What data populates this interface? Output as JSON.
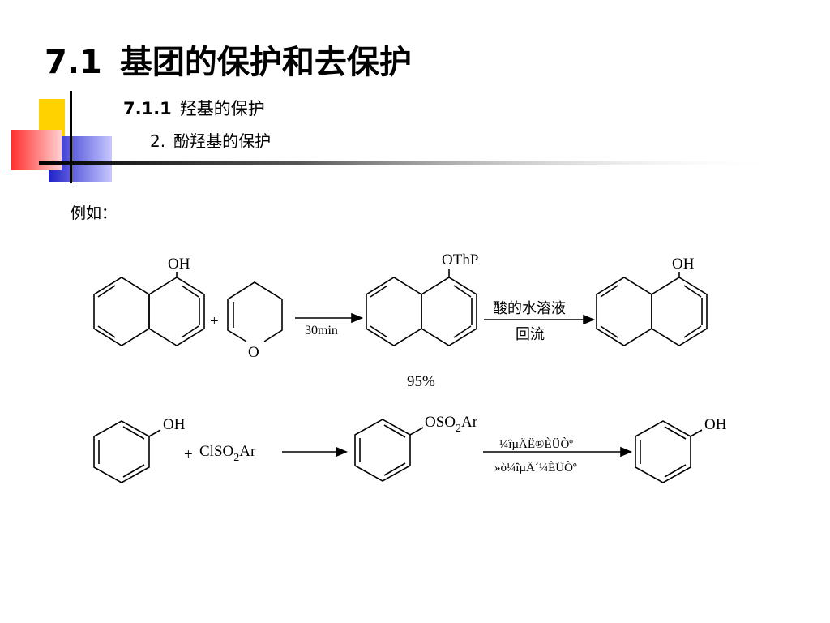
{
  "slide": {
    "title_number": "7.1",
    "title_text": "基团的保护和去保护",
    "subtitle_number": "7.1.1",
    "subtitle_text": "羟基的保护",
    "subsubtitle_number": "2.",
    "subsubtitle_text": "酚羟基的保护",
    "example_label": "例如："
  },
  "reaction1": {
    "reactant_oh": "OH",
    "plus": "+",
    "dhp_o": "O",
    "condition": "30min",
    "product_group": "OThP",
    "yield": "95%",
    "deprotect_condition_1": "酸的水溶液",
    "deprotect_condition_2": "回流",
    "final_oh": "OH"
  },
  "reaction2": {
    "reactant_oh": "OH",
    "plus": "+",
    "reagent": "ClSO",
    "reagent_sub": "2",
    "reagent_tail": "Ar",
    "product_group": "OSO",
    "product_sub": "2",
    "product_tail": "Ar",
    "condition_1": "¼îµÄË®ÈÜÒº",
    "condition_2": "»ò¼îµÄ´¼ÈÜÒº",
    "final_oh": "OH"
  },
  "colors": {
    "yellow": "#ffd200",
    "red": "#ff5a5a",
    "blue": "#3a3ad6",
    "line": "#000000"
  }
}
